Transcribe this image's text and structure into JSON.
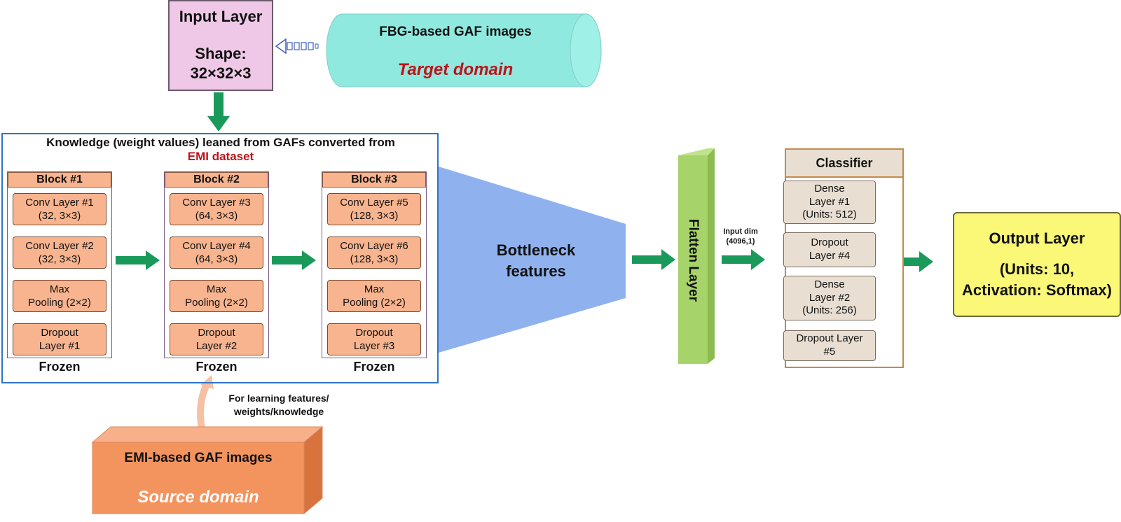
{
  "input_layer": {
    "title": "Input Layer",
    "shape_label": "Shape:",
    "shape_value": "32×32×3"
  },
  "target": {
    "title": "FBG-based GAF images",
    "domain": "Target domain"
  },
  "knowledge": {
    "title": "Knowledge (weight values) leaned from GAFs converted from",
    "dataset": "EMI dataset"
  },
  "blocks": [
    {
      "head": "Block #1",
      "layers": [
        [
          "Conv Layer #1",
          "(32, 3×3)"
        ],
        [
          "Conv Layer #2",
          "(32, 3×3)"
        ],
        [
          "Max",
          "Pooling (2×2)"
        ],
        [
          "Dropout",
          "Layer #1"
        ]
      ],
      "status": "Frozen"
    },
    {
      "head": "Block #2",
      "layers": [
        [
          "Conv Layer #3",
          "(64, 3×3)"
        ],
        [
          "Conv Layer #4",
          "(64, 3×3)"
        ],
        [
          "Max",
          "Pooling (2×2)"
        ],
        [
          "Dropout",
          "Layer #2"
        ]
      ],
      "status": "Frozen"
    },
    {
      "head": "Block #3",
      "layers": [
        [
          "Conv Layer #5",
          "(128, 3×3)"
        ],
        [
          "Conv Layer #6",
          "(128, 3×3)"
        ],
        [
          "Max",
          "Pooling (2×2)"
        ],
        [
          "Dropout",
          "Layer #3"
        ]
      ],
      "status": "Frozen"
    }
  ],
  "bottleneck": {
    "line1": "Bottleneck",
    "line2": "features"
  },
  "flatten": {
    "label": "Flatten Layer"
  },
  "input_dim": {
    "line1": "Input dim",
    "line2": "(4096,1)"
  },
  "classifier": {
    "head": "Classifier",
    "layers": [
      [
        "Dense",
        "Layer #1",
        "(Units: 512)"
      ],
      [
        "Dropout",
        "Layer #4"
      ],
      [
        "Dense",
        "Layer #2",
        "(Units: 256)"
      ],
      [
        "Dropout Layer",
        "#5"
      ]
    ]
  },
  "output_layer": {
    "title": "Output Layer",
    "line1": "(Units: 10,",
    "line2": "Activation:  Softmax)"
  },
  "learning_note": {
    "line1": "For learning features/",
    "line2": "weights/knowledge"
  },
  "source": {
    "title": "EMI-based GAF images",
    "domain": "Source domain"
  },
  "colors": {
    "arrow_green": "#1a9a5a",
    "knowledge_border": "#2f75c6",
    "red_text": "#c0121a",
    "cylinder": "#8fe9df",
    "bottleneck": "#8fb2ef",
    "flatten": "#a7d46a",
    "source_box": "#f3935e",
    "output": "#fbf878"
  }
}
